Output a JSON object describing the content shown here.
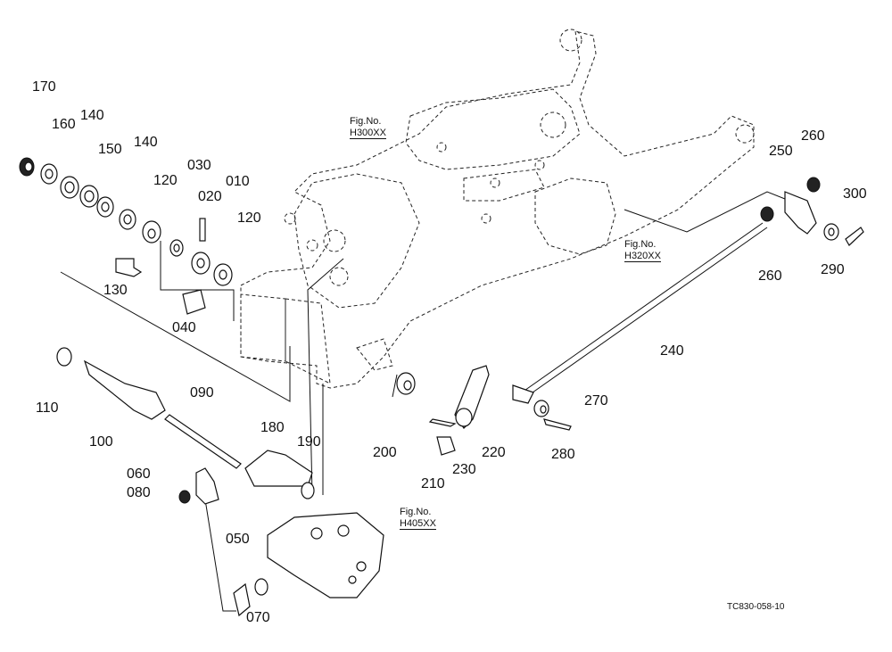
{
  "diagram": {
    "code": "TC830-058-10",
    "references": [
      {
        "id": "fig-h300",
        "label": "Fig.No.",
        "number": "H300XX"
      },
      {
        "id": "fig-h320",
        "label": "Fig.No.",
        "number": "H320XX"
      },
      {
        "id": "fig-h405",
        "label": "Fig.No.",
        "number": "H405XX"
      }
    ],
    "part_numbers": [
      "170",
      "160",
      "140",
      "150",
      "140",
      "120",
      "030",
      "020",
      "010",
      "120",
      "130",
      "040",
      "110",
      "100",
      "090",
      "180",
      "190",
      "060",
      "080",
      "050",
      "070",
      "200",
      "210",
      "230",
      "220",
      "240",
      "270",
      "280",
      "250",
      "260",
      "260",
      "290",
      "300"
    ]
  }
}
